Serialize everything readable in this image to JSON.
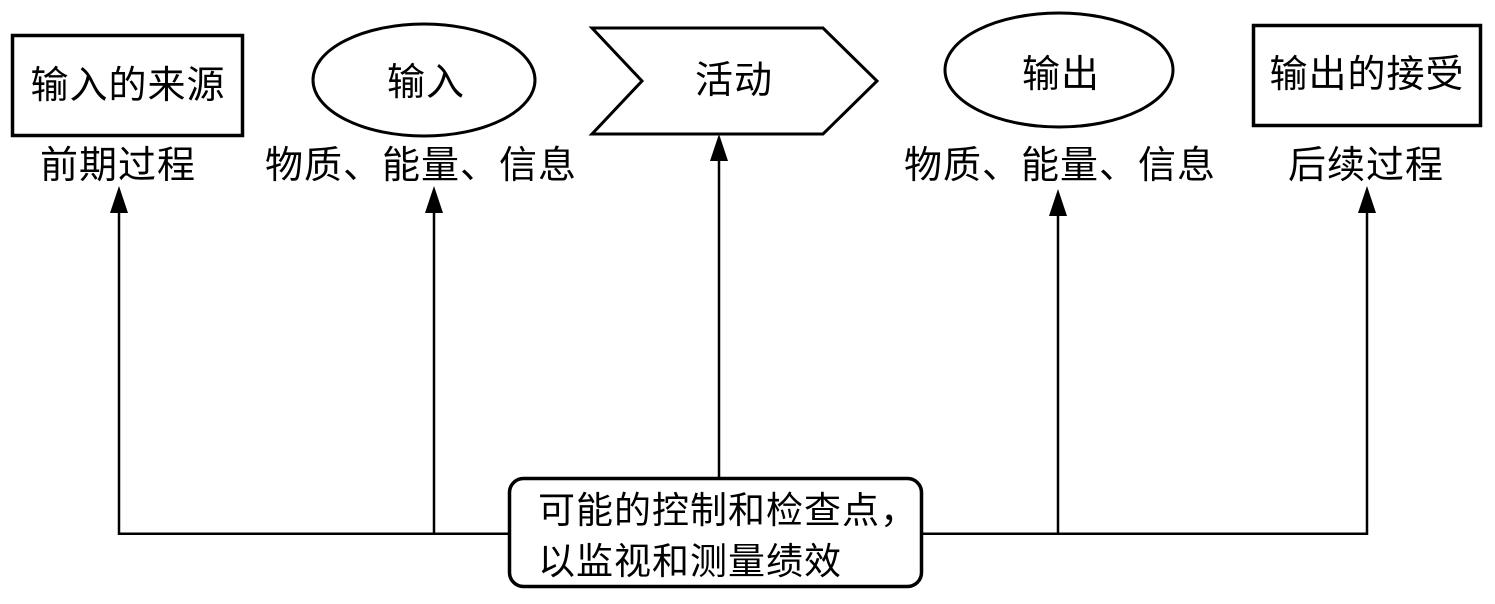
{
  "diagram": {
    "nodes": {
      "input_source": {
        "shape": "rectangle",
        "label": "输入的来源",
        "sublabel": "前期过程"
      },
      "input": {
        "shape": "ellipse",
        "label": "输入",
        "sublabel": "物质、能量、信息"
      },
      "activity": {
        "shape": "chevron",
        "label": "活动"
      },
      "output": {
        "shape": "ellipse",
        "label": "输出",
        "sublabel": "物质、能量、信息"
      },
      "output_receiver": {
        "shape": "rectangle",
        "label": "输出的接受",
        "sublabel": "后续过程"
      }
    },
    "control_note": {
      "line1": "可能的控制和检查点，",
      "line2": "以监视和测量绩效"
    },
    "colors": {
      "ink": "#000000",
      "background": "#ffffff"
    }
  }
}
